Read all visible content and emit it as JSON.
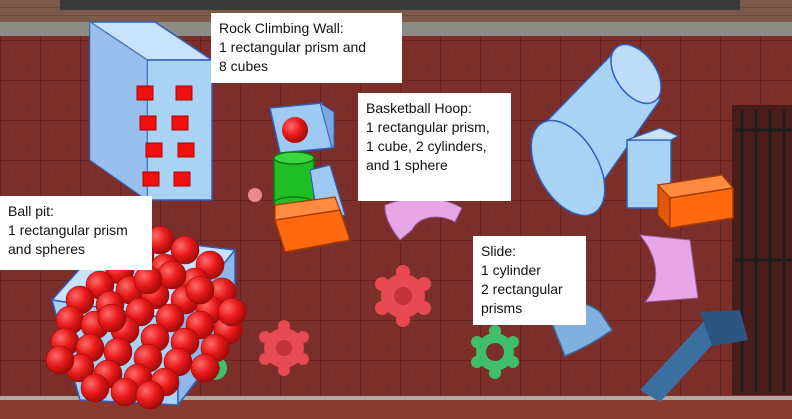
{
  "labels": {
    "rock_climbing_wall": {
      "title": "Rock Climbing Wall:",
      "lines": [
        "1 rectangular prism and",
        "8 cubes"
      ]
    },
    "basketball_hoop": {
      "title": "Basketball Hoop:",
      "lines": [
        "1 rectangular prism,",
        "1 cube, 2 cylinders,",
        "and 1 sphere"
      ]
    },
    "ball_pit": {
      "title": "Ball pit:",
      "lines": [
        "1 rectangular prism",
        "and spheres"
      ]
    },
    "slide": {
      "title": "Slide:",
      "lines": [
        "1 cylinder",
        "2 rectangular",
        "prisms"
      ]
    }
  },
  "colors": {
    "ground": "#7a2f2a",
    "overlay_blue": "#a9d3f5",
    "cube_red": "#f01010",
    "ball_red": "#e81a1a",
    "prism_orange": "#ff6a10",
    "cylinder_green": "#1fbf25",
    "pink_sculpture": "#e7a6e6",
    "hub_red": "#e74a50",
    "hub_green": "#3fbf6a",
    "slide_blue": "#3a6fa0"
  }
}
